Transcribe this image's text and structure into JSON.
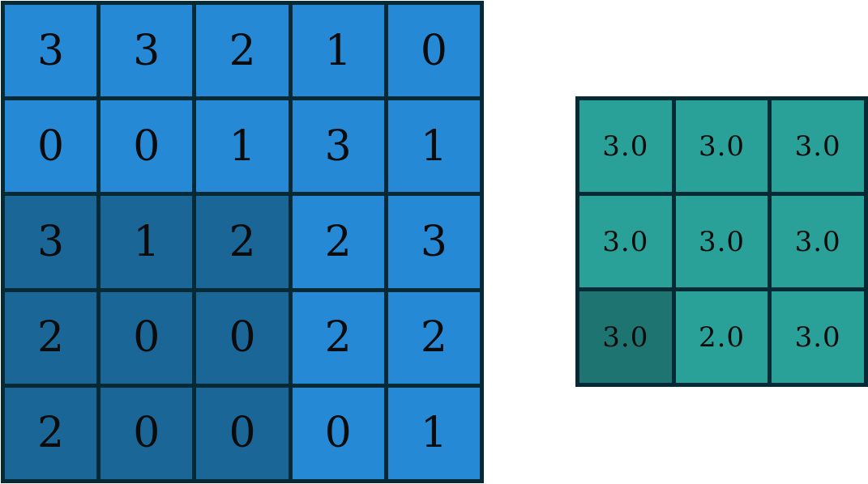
{
  "colors": {
    "input_light": "#2589d6",
    "input_dark": "#1a6697",
    "output_light": "#2aa198",
    "output_dark": "#1e7470",
    "border": "#062a35"
  },
  "input_grid": {
    "rows": [
      [
        "3",
        "3",
        "2",
        "1",
        "0"
      ],
      [
        "0",
        "0",
        "1",
        "3",
        "1"
      ],
      [
        "3",
        "1",
        "2",
        "2",
        "3"
      ],
      [
        "2",
        "0",
        "0",
        "2",
        "2"
      ],
      [
        "2",
        "0",
        "0",
        "0",
        "1"
      ]
    ],
    "highlighted": [
      [
        2,
        0
      ],
      [
        2,
        1
      ],
      [
        2,
        2
      ],
      [
        3,
        0
      ],
      [
        3,
        1
      ],
      [
        3,
        2
      ],
      [
        4,
        0
      ],
      [
        4,
        1
      ],
      [
        4,
        2
      ]
    ]
  },
  "output_grid": {
    "rows": [
      [
        "3.0",
        "3.0",
        "3.0"
      ],
      [
        "3.0",
        "3.0",
        "3.0"
      ],
      [
        "3.0",
        "2.0",
        "3.0"
      ]
    ],
    "highlighted": [
      [
        2,
        0
      ]
    ]
  }
}
